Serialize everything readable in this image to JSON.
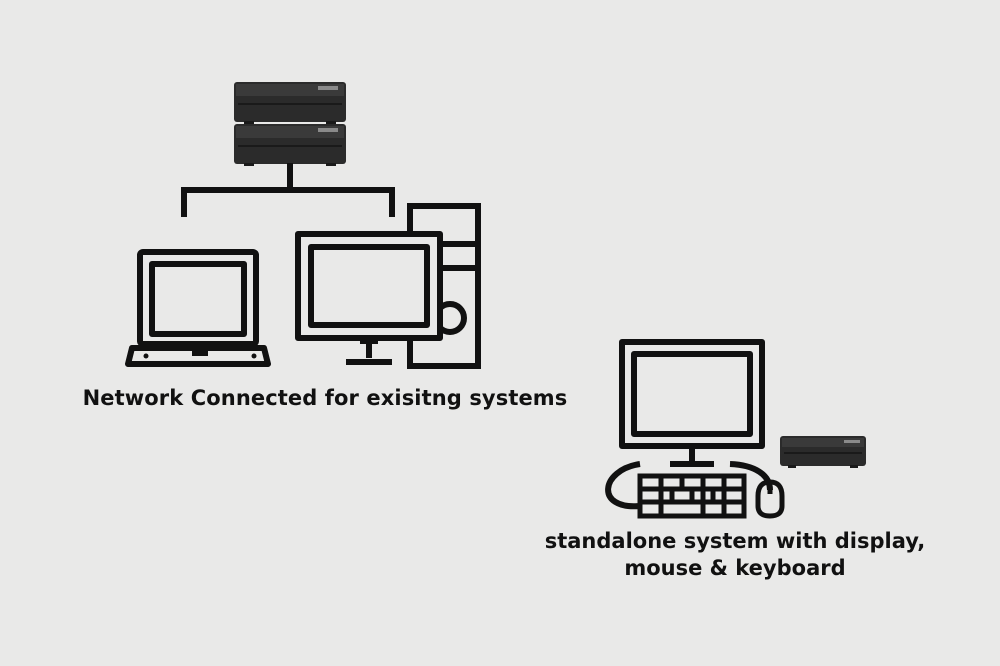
{
  "captions": {
    "network": "Network Connected for exisitng systems",
    "standalone_line1": "standalone system with display,",
    "standalone_line2": "mouse & keyboard"
  },
  "icons": [
    "server-unit-icon",
    "laptop-icon",
    "desktop-computer-icon",
    "desktop-tower-icon",
    "monitor-icon",
    "keyboard-icon",
    "mouse-icon"
  ],
  "colors": {
    "background": "#e9e9e8",
    "stroke": "#111111",
    "server_body": "#2b2b2b"
  }
}
